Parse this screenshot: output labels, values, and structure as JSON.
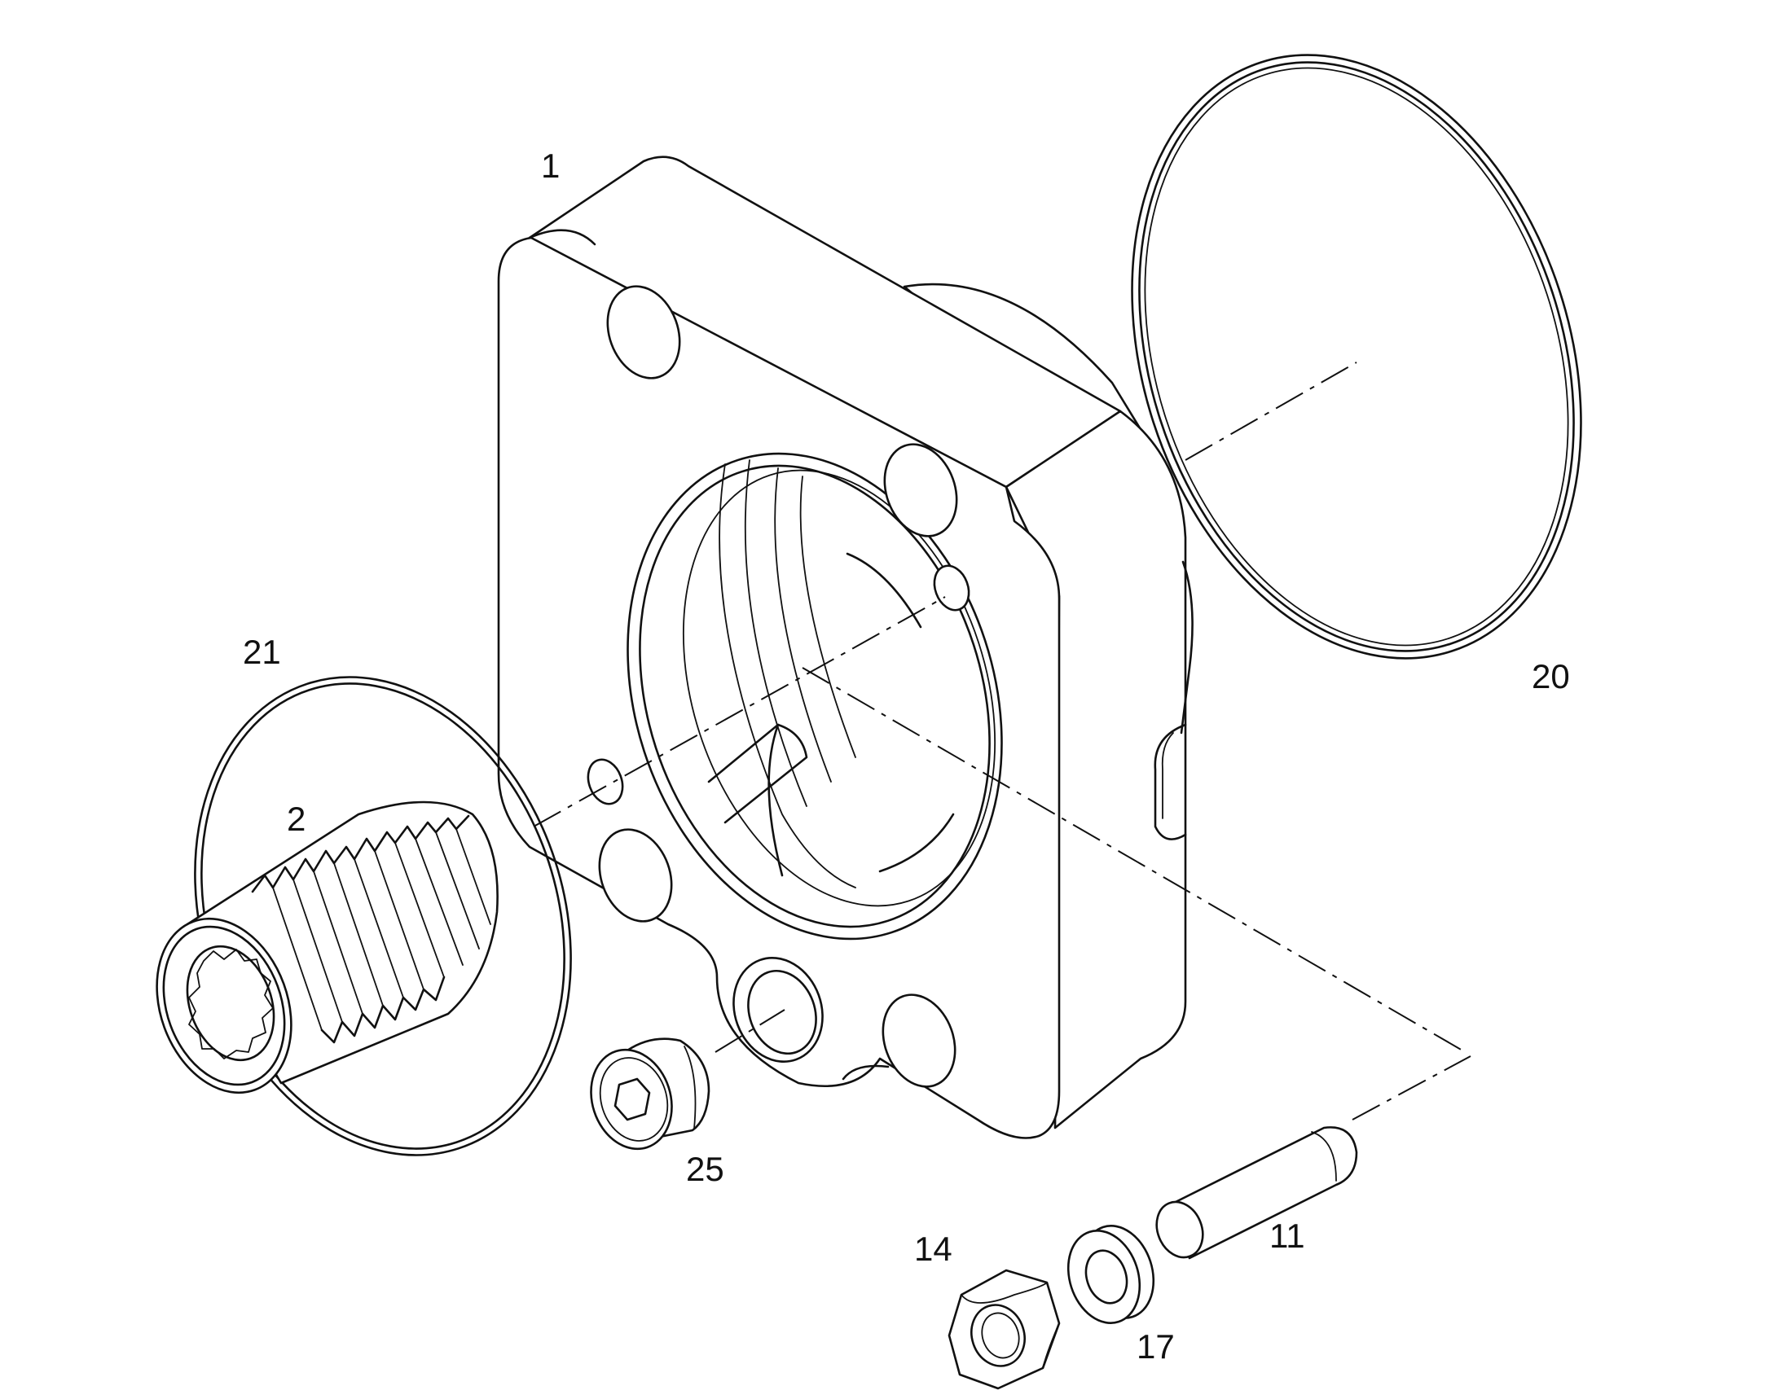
{
  "callouts": {
    "housing": "1",
    "splined_hub": "2",
    "dowel_pin": "11",
    "hex_nut": "14",
    "washer": "17",
    "large_o_ring": "20",
    "small_o_ring": "21",
    "plug_screw": "25"
  }
}
